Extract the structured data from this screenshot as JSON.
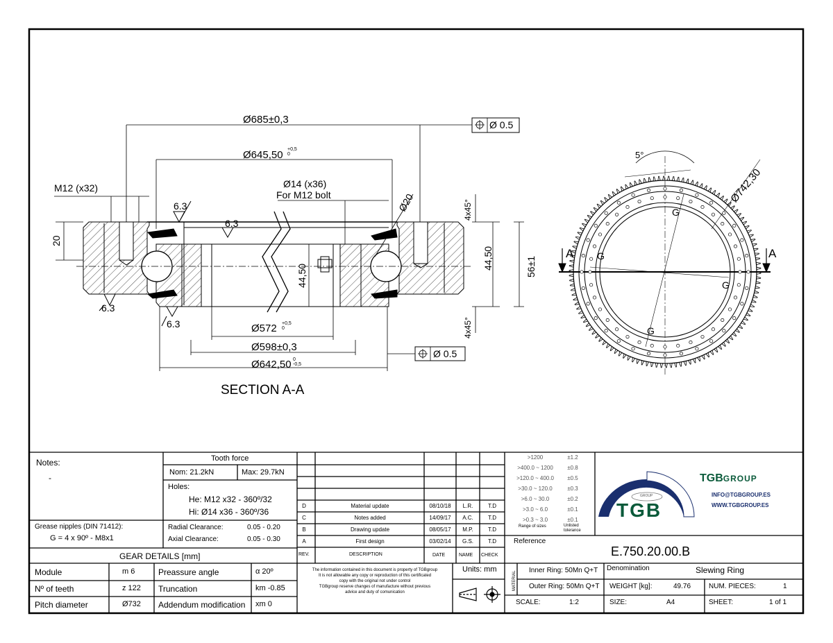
{
  "drawing": {
    "section_title": "SECTION A-A",
    "dims": {
      "d685": "Ø685±0,3",
      "d645": "Ø645,50",
      "d645_tol": "+0,5 0",
      "d14": "Ø14 (x36)",
      "for_bolt": "For M12 bolt",
      "m12": "M12 (x32)",
      "d20": "Ø20",
      "h20": "20",
      "rough1": "6.3",
      "rough2": "6.3",
      "rough3": "6.3",
      "rough4": "6.3",
      "h4450a": "44,50",
      "h4450b": "44,50",
      "h56": "56±1",
      "ch_top": "4x45°",
      "ch_bot": "4x45°",
      "d572": "Ø572",
      "d572_tol": "+0,5 0",
      "d598": "Ø598±0,3",
      "d642": "Ø642,50",
      "d642_tol": "0 -0,5",
      "tol_top": "Ø 0.5",
      "tol_bot": "Ø 0.5"
    },
    "view": {
      "angle": "5°",
      "diameter": "Ø742,30",
      "label_a_left": "A",
      "label_a_right": "A",
      "g1": "G",
      "g2": "G",
      "g3": "G",
      "g4": "G"
    }
  },
  "notes": {
    "title": "Notes:",
    "dash": "-",
    "grease_label": "Grease nipples (DIN 71412):",
    "grease_value": "G = 4 x 90º  - M8x1"
  },
  "tooth_force": {
    "title": "Tooth force",
    "nom": "Nom: 21.2kN",
    "max": "Max: 29.7kN",
    "holes_label": "Holes:",
    "holes_he": "He: M12 x32  - 360º/32",
    "holes_hi": "Hi:  Ø14 x36  - 360º/36",
    "radial_label": "Radial Clearance:",
    "radial_value": "0.05 - 0.20",
    "axial_label": "Axial Clearance:",
    "axial_value": "0.05 - 0.30"
  },
  "gear": {
    "title": "GEAR DETAILS [mm]",
    "rows": [
      {
        "name": "Module",
        "sym": "m 6",
        "param": "Preassure angle",
        "val": "α 20º"
      },
      {
        "name": "Nº of teeth",
        "sym": "z 122",
        "param": "Truncation",
        "val": "km -0.85"
      },
      {
        "name": "Pitch diameter",
        "sym": "Ø732",
        "param": "Addendum modification",
        "val": "xm 0"
      }
    ]
  },
  "revisions": {
    "rows": [
      {
        "rev": "D",
        "desc": "Material update",
        "date": "08/10/18",
        "name": "L.R.",
        "check": "T.D"
      },
      {
        "rev": "C",
        "desc": "Notes added",
        "date": "14/09/17",
        "name": "A.C.",
        "check": "T.D"
      },
      {
        "rev": "B",
        "desc": "Drawing update",
        "date": "08/05/17",
        "name": "M.P.",
        "check": "T.D"
      },
      {
        "rev": "A",
        "desc": "First design",
        "date": "03/02/14",
        "name": "G.S.",
        "check": "T.D"
      }
    ],
    "header": {
      "rev": "REV.",
      "desc": "DESCRIPTION",
      "date": "DATE",
      "name": "NAME",
      "check": "CHECK"
    },
    "disclaimer": [
      "The information contained in this document is property of TGBgroup",
      "It is not allowable any copy or reproduction of this certificated",
      "copy with the original not under control",
      "TGBgroup reserve changes of manufacture without previous",
      "advice and duty of comunication"
    ]
  },
  "tolerance": {
    "rows": [
      {
        "range": ">1200",
        "tol": "±1.2"
      },
      {
        "range": ">400.0 ~ 1200",
        "tol": "±0.8"
      },
      {
        "range": ">120.0 ~ 400.0",
        "tol": "±0.5"
      },
      {
        "range": ">30.0 ~ 120.0",
        "tol": "±0.3"
      },
      {
        "range": ">6.0 ~ 30.0",
        "tol": "±0.2"
      },
      {
        "range": ">3.0 ~ 6.0",
        "tol": "±0.1"
      },
      {
        "range": ">0.3 ~ 3.0",
        "tol": "±0.1"
      }
    ],
    "footer_range": "Range of sizes",
    "footer_tol_1": "Unlisted",
    "footer_tol_2": "tolerance"
  },
  "title_block": {
    "logo_text": "TGB",
    "logo_tag": "GROUP",
    "brand_big": "TGB",
    "brand_small": "GROUP",
    "email": "INFO@TGBGROUP.ES",
    "web": "WWW.TGBGROUP.ES",
    "reference_label": "Reference",
    "reference": "E.750.20.00.B",
    "units": "Units: mm",
    "material_label": "MATERIAL",
    "inner_ring": "Inner Ring:  50Mn Q+T",
    "outer_ring": "Outer Ring:  50Mn Q+T",
    "denomination_label": "Denomination",
    "denomination": "Slewing Ring",
    "weight_label": "WEIGHT [kg]:",
    "weight": "49.76",
    "pieces_label": "NUM. PIECES:",
    "pieces": "1",
    "scale_label": "SCALE:",
    "scale": "1:2",
    "size_label": "SIZE:",
    "size": "A4",
    "sheet_label": "SHEET:",
    "sheet": "1 of 1"
  },
  "colors": {
    "brand_blue": "#1a2f6e",
    "logo_green": "#0a5a3a"
  }
}
